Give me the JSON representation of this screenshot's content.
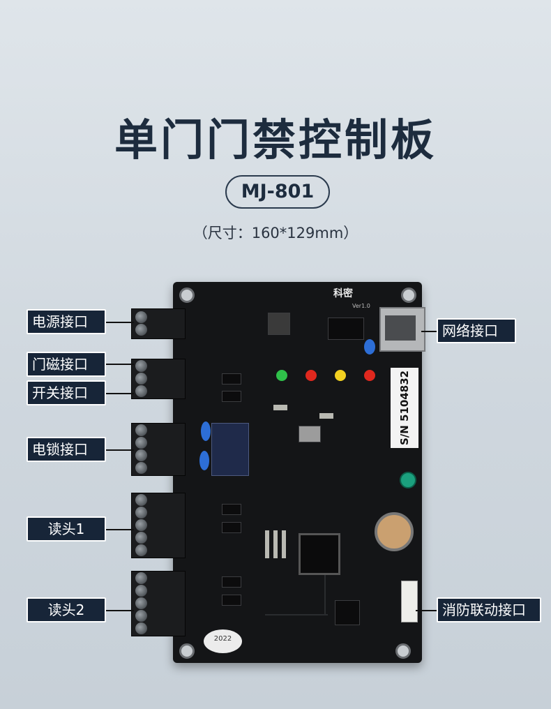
{
  "header": {
    "title": "单门门禁控制板",
    "model": "MJ-801",
    "size": "（尺寸：160*129mm）"
  },
  "board": {
    "serial": "S/N 5104832",
    "brand": "科密",
    "version": "Ver1.0",
    "sticker": "2022"
  },
  "labels": {
    "power": "电源接口",
    "door_sensor": "门磁接口",
    "switch": "开关接口",
    "lock": "电锁接口",
    "reader1": "读头1",
    "reader2": "读头2",
    "network": "网络接口",
    "fire": "消防联动接口"
  },
  "colors": {
    "label_bg": "#172538",
    "board": "#141517",
    "led_green": "#2fc04a",
    "led_red": "#e0281e",
    "led_yellow": "#f2d020"
  }
}
